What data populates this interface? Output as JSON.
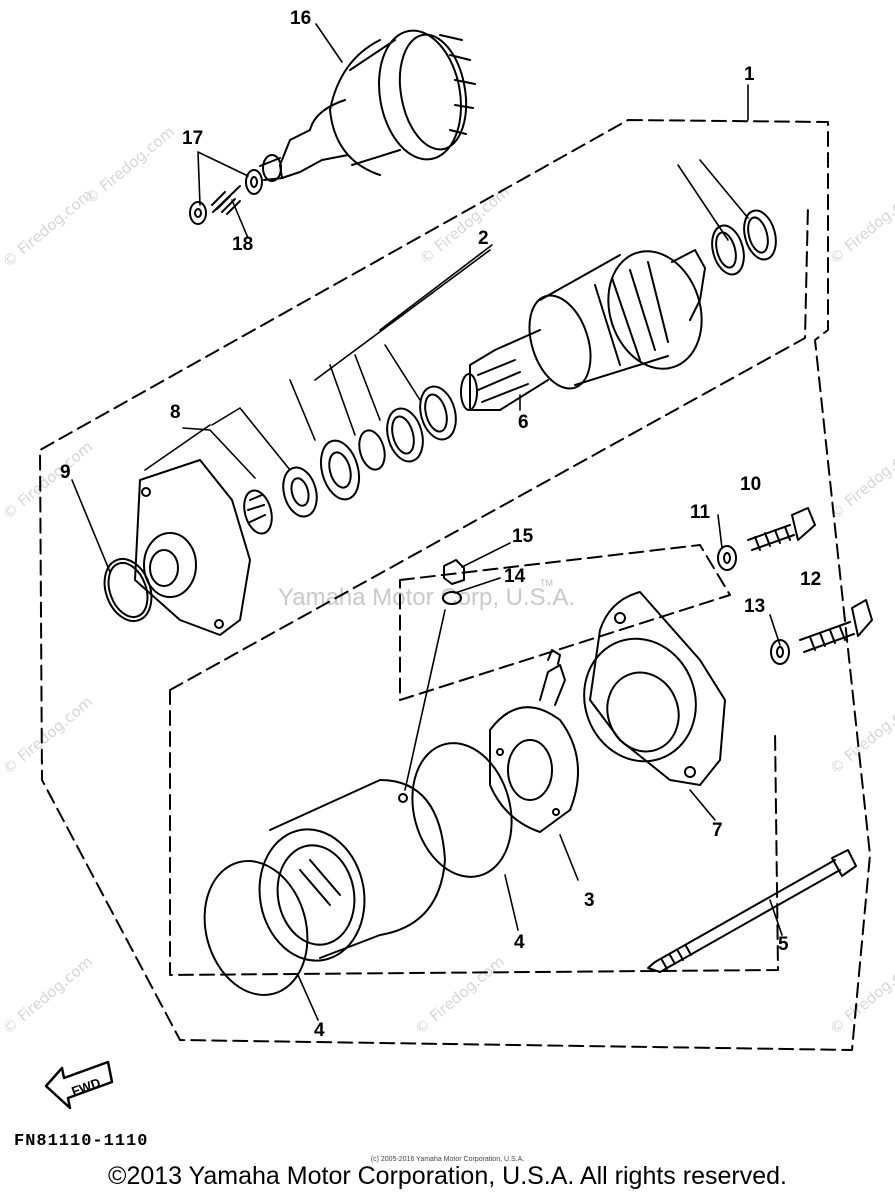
{
  "callouts": [
    "1",
    "2",
    "3",
    "4",
    "4",
    "5",
    "6",
    "7",
    "8",
    "9",
    "10",
    "11",
    "12",
    "13",
    "14",
    "15",
    "16",
    "17",
    "18"
  ],
  "watermark_text": "© Firedog.com",
  "center_watermark": "Yamaha Motor Corp, U.S.A.",
  "trademark": "TM",
  "fwd_label": "FWD",
  "diagram_code": "FN81110-1110",
  "small_copyright": "(c) 2005-2016 Yamaha Motor Corporation, U.S.A.",
  "footer_copyright": "©2013 Yamaha Motor Corporation, U.S.A. All rights reserved."
}
